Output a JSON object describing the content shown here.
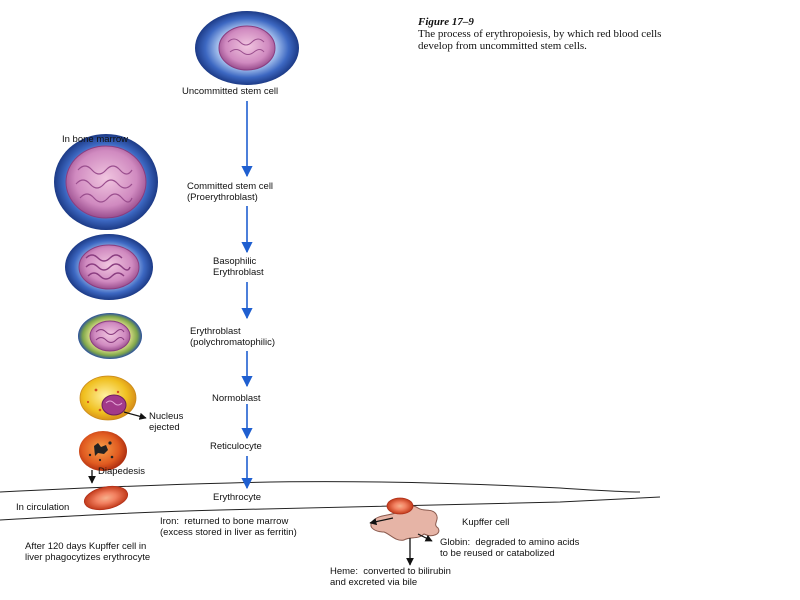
{
  "caption": {
    "figure": "Figure 17–9",
    "text": "The process of erythropoiesis, by which red blood cells\ndevelop from uncommitted stem cells."
  },
  "stages": [
    {
      "label": "Uncommitted stem cell"
    },
    {
      "label": "Committed stem cell\n(Proerythroblast)"
    },
    {
      "label": "Basophilic\nErythroblast"
    },
    {
      "label": "Erythroblast\n(polychromatophilic)"
    },
    {
      "label": "Normoblast"
    },
    {
      "label": "Reticulocyte"
    },
    {
      "label": "Erythrocyte"
    }
  ],
  "labels": {
    "bone_marrow": "In bone marrow",
    "nucleus_ejected": "Nucleus\nejected",
    "diapedesis": "Diapedesis",
    "in_circulation": "In circulation",
    "after_120_days": "After 120 days Kupffer cell in\nliver phagocytizes erythrocyte",
    "iron": "Iron:  returned to bone marrow\n(excess stored in liver as ferritin)",
    "kupffer_cell": "Kupffer cell",
    "globin": "Globin:  degraded to amino acids\nto be reused or catabolized",
    "heme": "Heme:  converted to bilirubin\nand excreted via bile"
  },
  "colors": {
    "arrow": "#1f5fd0",
    "membrane": "#2a4f9e",
    "nucleus": "#c46aa8",
    "rbc": "#d94a2a",
    "reticulocyte_yellow": "#e8c020"
  }
}
